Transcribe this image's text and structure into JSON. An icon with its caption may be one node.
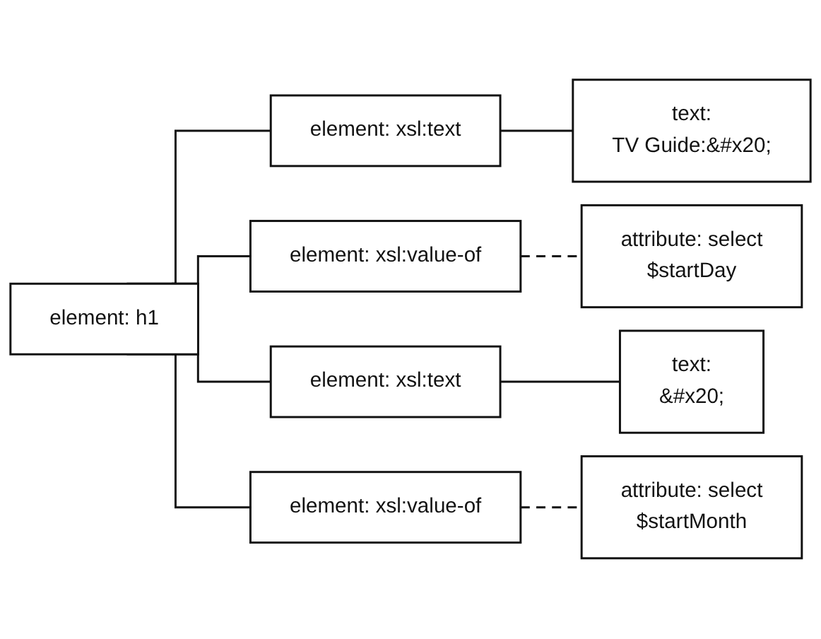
{
  "diagram": {
    "nodes": [
      {
        "text": [
          "element: h1"
        ]
      },
      {
        "text": [
          "element: xsl:text"
        ]
      },
      {
        "text": [
          "text:",
          "TV Guide:&#x20;"
        ]
      },
      {
        "text": [
          "element: xsl:value-of"
        ]
      },
      {
        "text": [
          "attribute: select",
          "$startDay"
        ]
      },
      {
        "text": [
          "element: xsl:text"
        ]
      },
      {
        "text": [
          "text:",
          "&#x20;"
        ]
      },
      {
        "text": [
          "element: xsl:value-of"
        ]
      },
      {
        "text": [
          "attribute: select",
          "$startMonth"
        ]
      }
    ],
    "edges": [
      {
        "from": 0,
        "to": 1,
        "arrow": "none"
      },
      {
        "from": 1,
        "to": 2,
        "arrow": "none"
      },
      {
        "from": 0,
        "to": 3,
        "arrow": "none"
      },
      {
        "from": 3,
        "to": 4,
        "arrow": "none",
        "style": "dashed"
      },
      {
        "from": 0,
        "to": 5,
        "arrow": "none"
      },
      {
        "from": 5,
        "to": 6,
        "arrow": "none"
      },
      {
        "from": 0,
        "to": 7,
        "arrow": "none"
      },
      {
        "from": 7,
        "to": 8,
        "arrow": "none",
        "style": "dashed"
      }
    ]
  }
}
